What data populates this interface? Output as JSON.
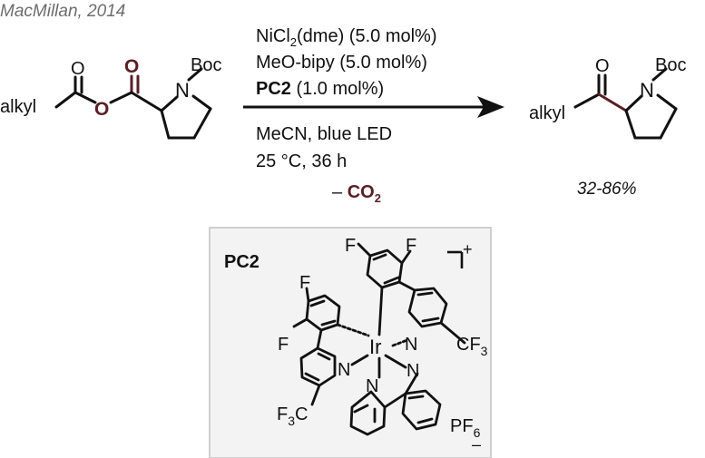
{
  "citation": "MacMillan, 2014",
  "substrate": {
    "alkyl_label": "alkyl",
    "carbonyl_o_1": "O",
    "carbonyl_o_2": "O",
    "bridge_o": "O",
    "ring_n": "N",
    "protecting_group": "Boc"
  },
  "conditions": {
    "above_arrow": [
      {
        "main": "NiCl",
        "sub": "2",
        "rest": "(dme) (5.0 mol%)"
      },
      {
        "text": "MeO-bipy (5.0 mol%)"
      },
      {
        "bold": "PC2",
        "rest": " (1.0 mol%)"
      }
    ],
    "below_arrow": [
      "MeCN, blue LED",
      "25 °C, 36 h"
    ],
    "byproduct": {
      "prefix": "– ",
      "main": "CO",
      "sub": "2"
    }
  },
  "product": {
    "alkyl_label": "alkyl",
    "carbonyl_o": "O",
    "ring_n": "N",
    "protecting_group": "Boc",
    "yield": "32-86%"
  },
  "catalyst_box": {
    "label": "PC2",
    "charge": "+",
    "metal": "Ir",
    "n_labels": [
      "N",
      "N",
      "N",
      "N"
    ],
    "f_labels": [
      "F",
      "F",
      "F",
      "F"
    ],
    "cf3_right": {
      "main": "CF",
      "sub": "3"
    },
    "cf3_left": {
      "main": "F",
      "sub": "3",
      "rest": "C"
    },
    "counterion": {
      "main": "PF",
      "sub": "6",
      "charge": "–"
    }
  },
  "colors": {
    "highlight_bond": "#5a1f25",
    "box_border": "#cfcfcf",
    "box_fill": "#f3f3f3",
    "text": "#111111",
    "citation": "#6d6d6d"
  }
}
